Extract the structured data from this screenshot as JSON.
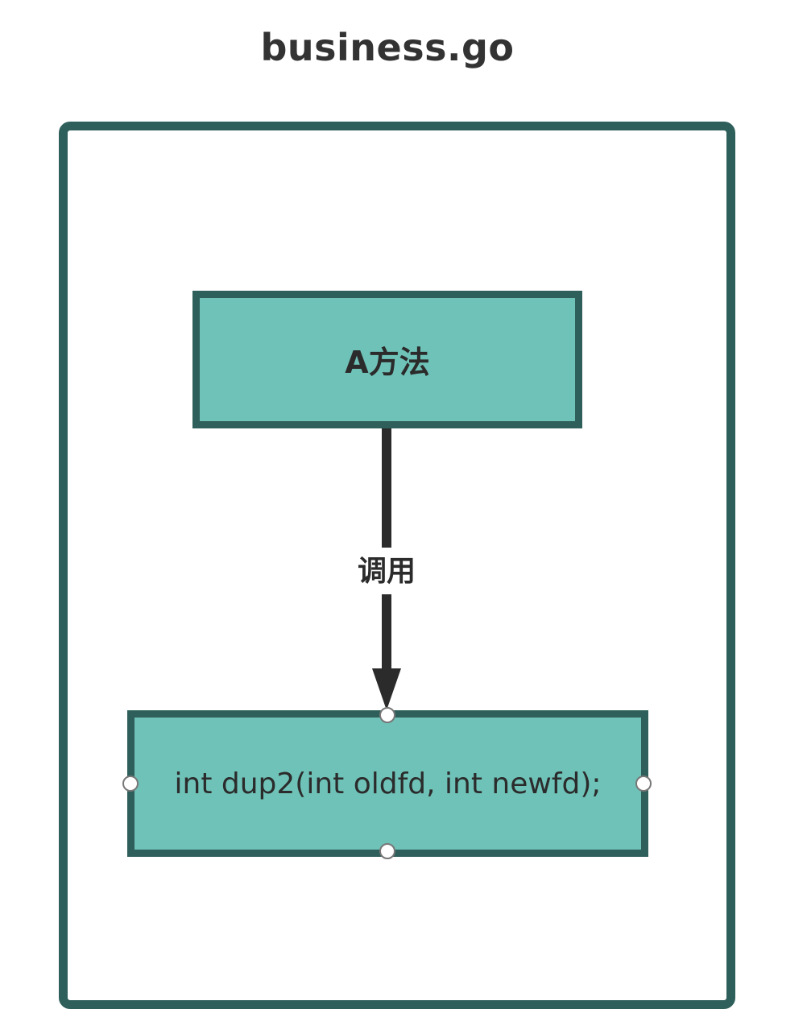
{
  "title": "business.go",
  "nodes": {
    "a": {
      "label": "A方法"
    },
    "b": {
      "label": "int dup2(int oldfd, int newfd);"
    }
  },
  "edge": {
    "label": "调用"
  },
  "colors": {
    "node_fill": "#6fc2b8",
    "border": "#2f5f5b",
    "arrow": "#2b2b2b",
    "text": "#2b2b2b"
  }
}
